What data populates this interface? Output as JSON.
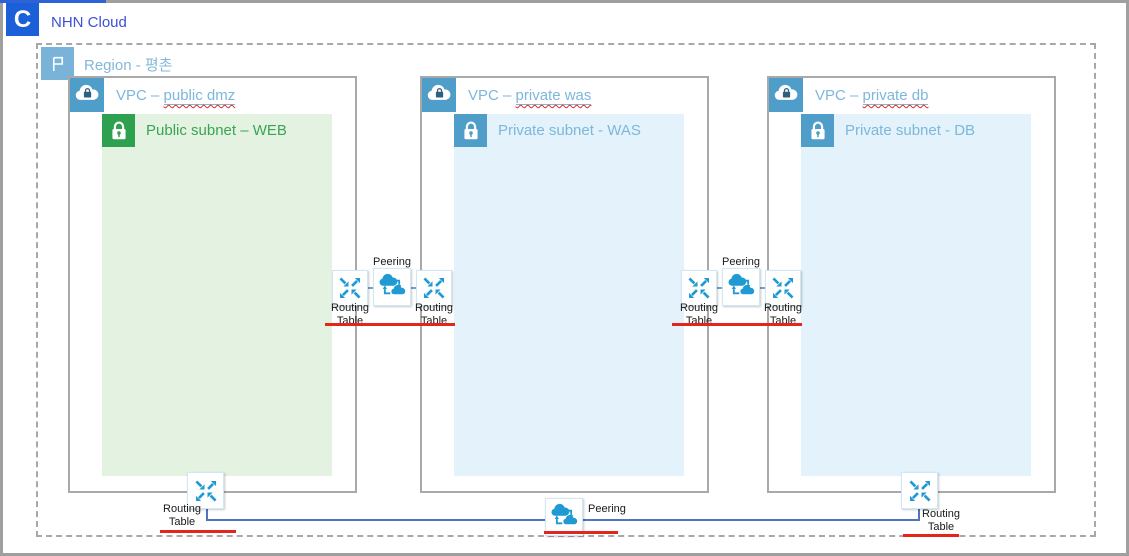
{
  "header": {
    "logo_letter": "C",
    "title": "NHN Cloud"
  },
  "region": {
    "label": "Region - 평촌"
  },
  "vpcs": [
    {
      "name_prefix": "VPC – ",
      "name": "public dmz",
      "subnet_label": "Public subnet – WEB"
    },
    {
      "name_prefix": "VPC – ",
      "name": "private was",
      "subnet_label": "Private subnet - WAS"
    },
    {
      "name_prefix": "VPC – ",
      "name": "private db",
      "subnet_label": "Private subnet - DB"
    }
  ],
  "labels": {
    "peering": "Peering",
    "routing": "Routing",
    "table": "Table"
  },
  "icons": {
    "logo": "nhn-cloud-logo",
    "region": "region-flag-icon",
    "vpc": "vpc-cloud-lock-icon",
    "subnet": "subnet-lock-icon",
    "routing": "routing-table-icon",
    "peering": "vpc-peering-icon"
  },
  "colors": {
    "brand_blue": "#2e63d8",
    "title_blue": "#3b51d6",
    "region_blue": "#79b4d8",
    "vpc_square_blue": "#4f9dc9",
    "vpc_text_blue": "#7db7da",
    "subnet_green_square": "#2ea150",
    "subnet_green_bg": "#e4f2e1",
    "subnet_green_text": "#3aa454",
    "subnet_blue_bg": "#e3f2fb",
    "icon_cyan": "#1f9ad2",
    "red_underline": "#e2261b",
    "connector_blue": "#4f74c2",
    "border_gray": "#9f9f9f"
  }
}
